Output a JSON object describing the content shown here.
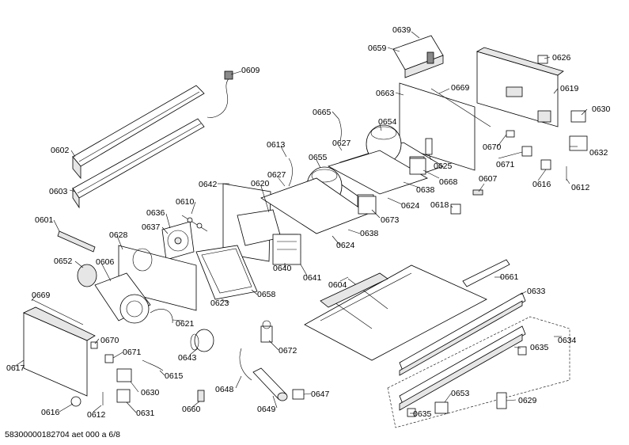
{
  "footer": {
    "text": "58300000182704 aet 000 a 6/8"
  },
  "labels": {
    "p0639": "0639",
    "p0659": "0659",
    "p0626": "0626",
    "p0609": "0609",
    "p0669a": "0669",
    "p0663": "0663",
    "p0619": "0619",
    "p0630a": "0630",
    "p0665": "0665",
    "p0654": "0654",
    "p0602": "0602",
    "p0627a": "0627",
    "p0613": "0613",
    "p0655": "0655",
    "p0625": "0625",
    "p0670a": "0670",
    "p0632": "0632",
    "p0671a": "0671",
    "p0668": "0668",
    "p0627b": "0627",
    "p0642": "0642",
    "p0620": "0620",
    "p0638a": "0638",
    "p0607": "0607",
    "p0616a": "0616",
    "p0612a": "0612",
    "p0603": "0603",
    "p0610": "0610",
    "p0624a": "0624",
    "p0618": "0618",
    "p0636": "0636",
    "p0673": "0673",
    "p0601": "0601",
    "p0637": "0637",
    "p0638b": "0638",
    "p0628": "0628",
    "p0624b": "0624",
    "p0652": "0652",
    "p0606": "0606",
    "p0640": "0640",
    "p0641": "0641",
    "p0604": "0604",
    "p0661": "0661",
    "p0669b": "0669",
    "p0658": "0658",
    "p0633": "0633",
    "p0623": "0623",
    "p0621": "0621",
    "p0670b": "0670",
    "p0672": "0672",
    "p0634": "0634",
    "p0671b": "0671",
    "p0643": "0643",
    "p0635a": "0635",
    "p0617": "0617",
    "p0615": "0615",
    "p0630b": "0630",
    "p0648": "0648",
    "p0647": "0647",
    "p0653": "0653",
    "p0629": "0629",
    "p0616b": "0616",
    "p0612b": "0612",
    "p0631": "0631",
    "p0660": "0660",
    "p0649": "0649",
    "p0635b": "0635"
  }
}
